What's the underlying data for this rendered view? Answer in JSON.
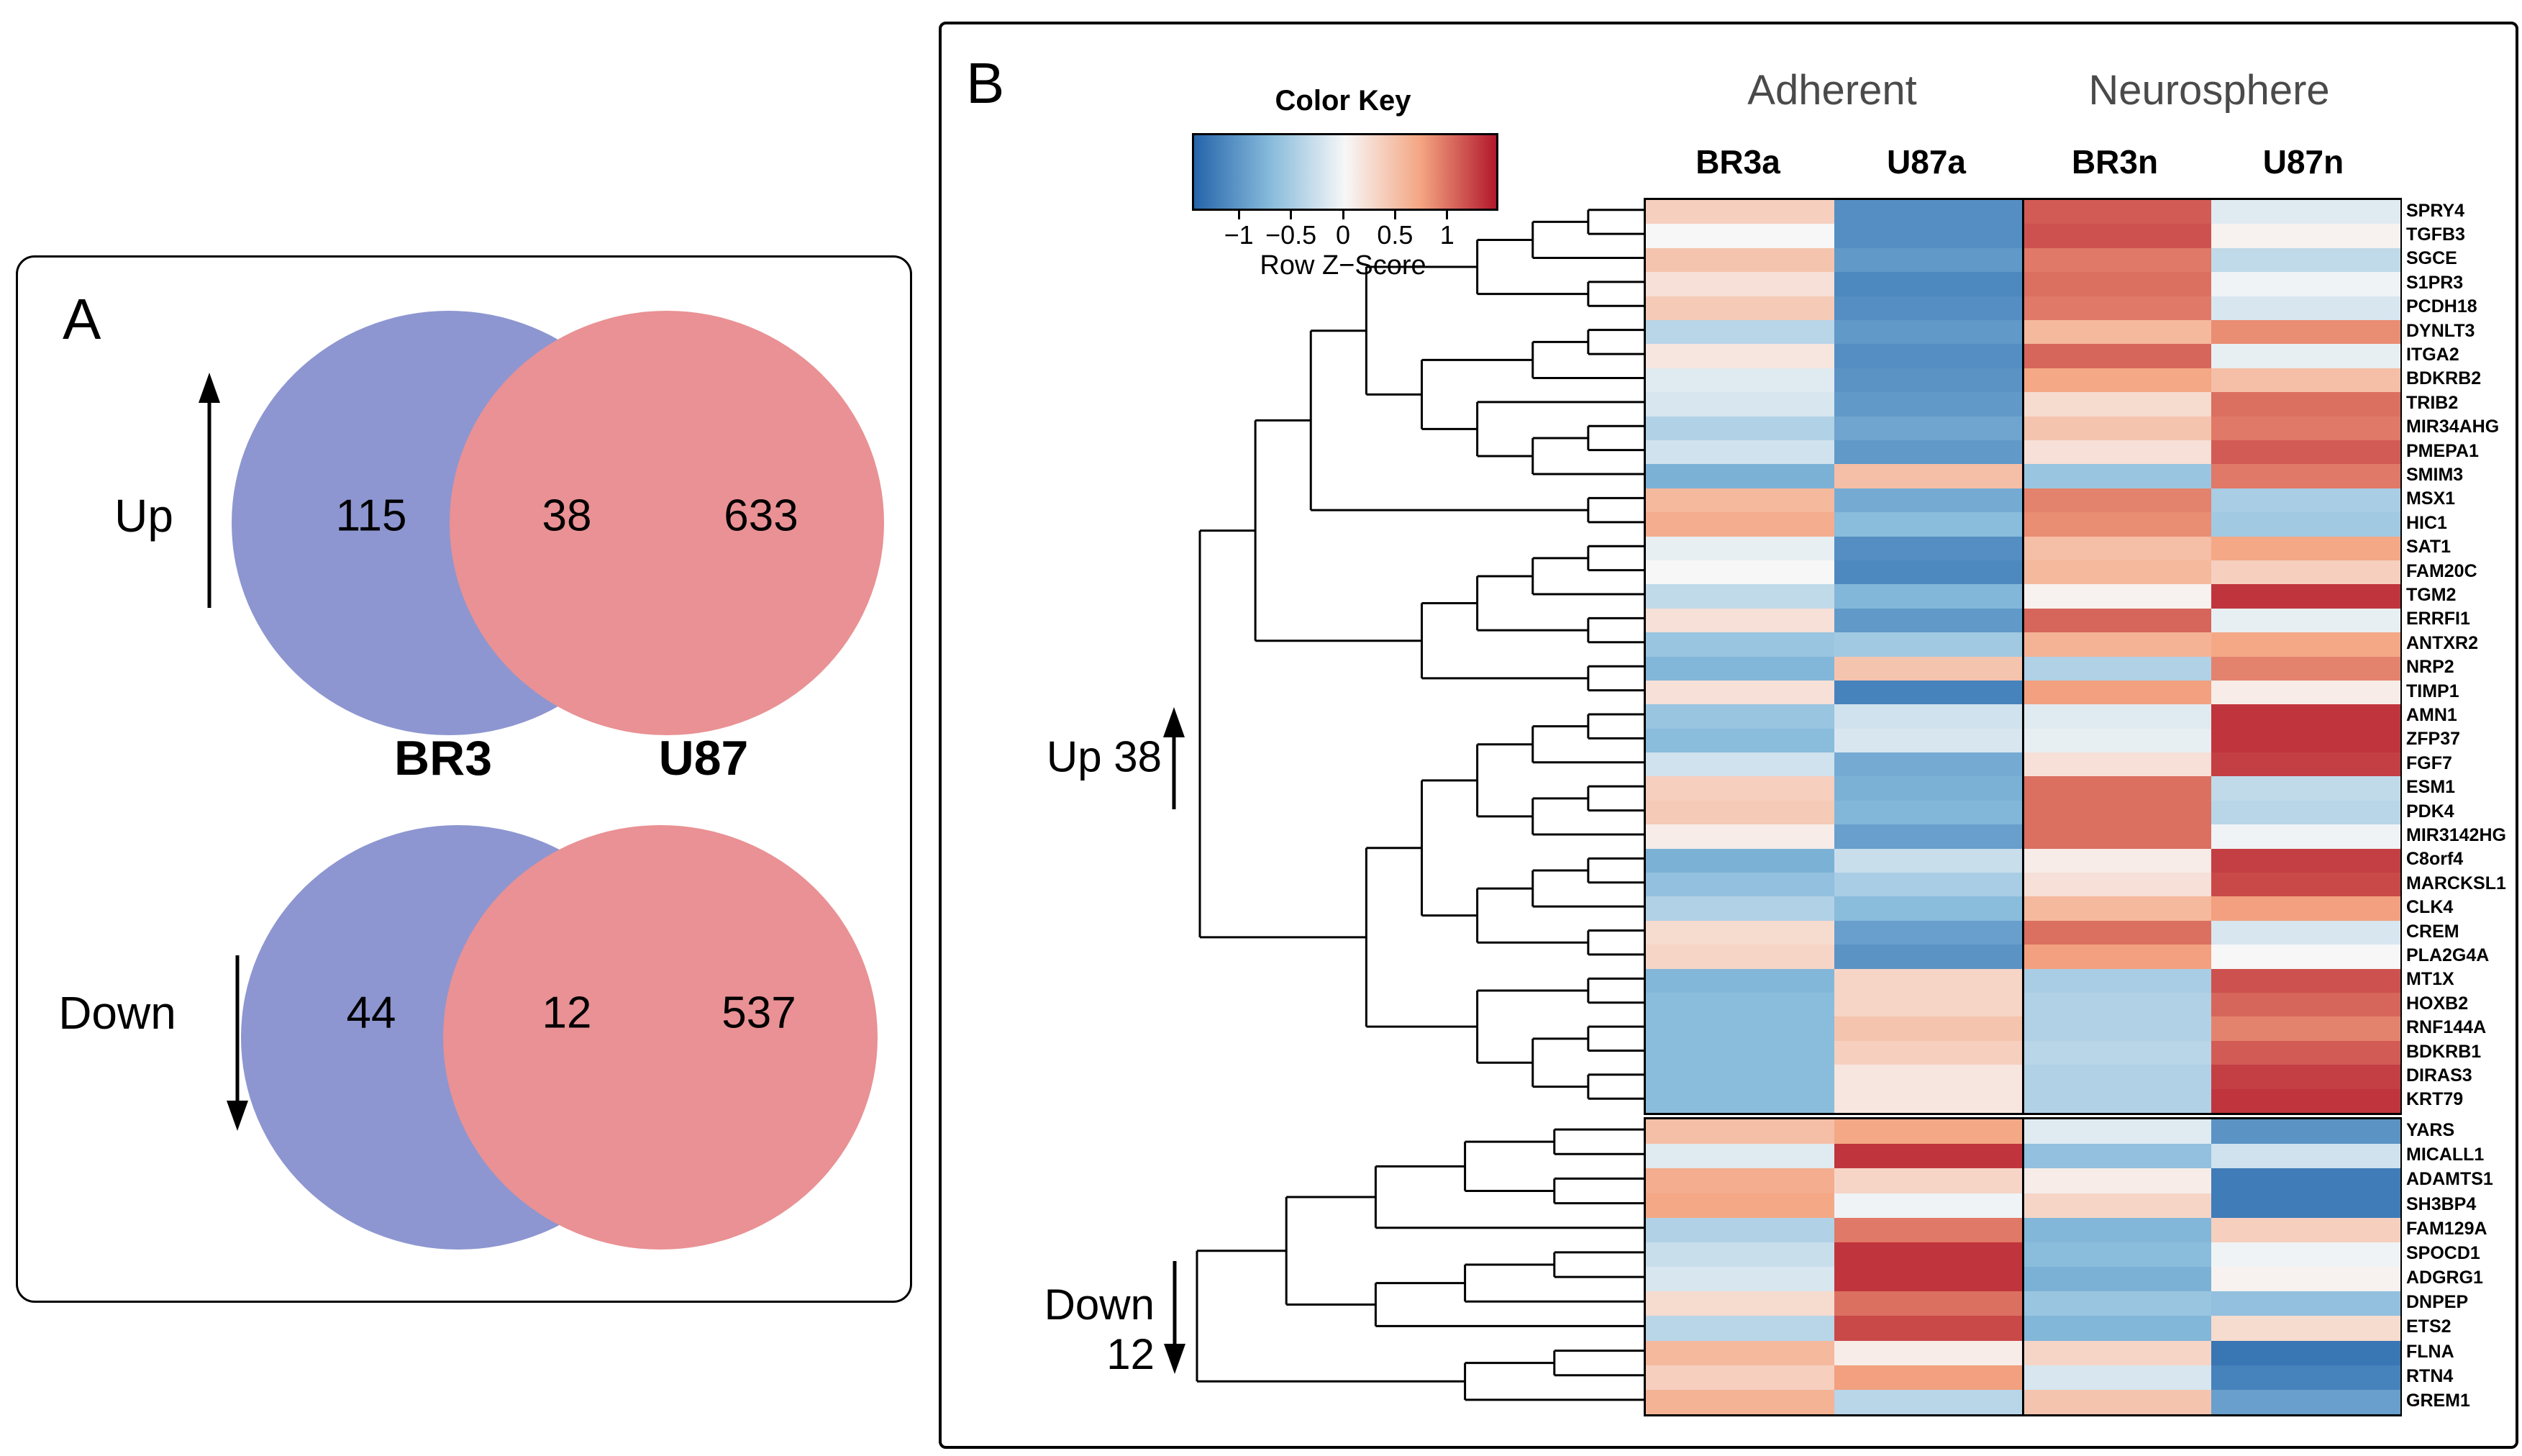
{
  "panel_a": {
    "letter": "A",
    "left_set": "BR3",
    "right_set": "U87",
    "colors": {
      "left_fill": "#8d96d0",
      "right_fill": "#e99194"
    },
    "up_venn": {
      "direction_label": "Up",
      "left_only": "115",
      "intersection": "38",
      "right_only": "633"
    },
    "down_venn": {
      "direction_label": "Down",
      "left_only": "44",
      "intersection": "12",
      "right_only": "537"
    }
  },
  "panel_b": {
    "letter": "B",
    "color_key": {
      "title": "Color Key",
      "axis_label": "Row Z−Score",
      "tick_labels": [
        "−1",
        "−0.5",
        "0",
        "0.5",
        "1"
      ],
      "tick_values": [
        -1,
        -0.5,
        0,
        0.5,
        1
      ],
      "value_range": [
        -1.45,
        1.45
      ]
    },
    "group_headers": [
      "Adherent",
      "Neurosphere"
    ],
    "columns": [
      "BR3a",
      "U87a",
      "BR3n",
      "U87n"
    ],
    "up_label": "Up 38",
    "down_label": "Down 12"
  },
  "chart_data": {
    "type": "heatmap",
    "columns": [
      "BR3a",
      "U87a",
      "BR3n",
      "U87n"
    ],
    "value_label": "Row Z-Score",
    "value_range": [
      -1.45,
      1.45
    ],
    "colormap_stops": [
      [
        -1.45,
        "#2564aa"
      ],
      [
        -0.725,
        "#86badb"
      ],
      [
        0,
        "#f7f7f7"
      ],
      [
        0.725,
        "#f4a582"
      ],
      [
        1.45,
        "#b2182b"
      ]
    ],
    "up_genes": [
      {
        "name": "SPRY4",
        "z": [
          0.35,
          -1.1,
          1.1,
          -0.15
        ]
      },
      {
        "name": "TGFB3",
        "z": [
          0.0,
          -1.1,
          1.15,
          0.05
        ]
      },
      {
        "name": "SGCE",
        "z": [
          0.45,
          -1.0,
          0.95,
          -0.35
        ]
      },
      {
        "name": "S1PR3",
        "z": [
          0.2,
          -1.15,
          1.0,
          -0.05
        ]
      },
      {
        "name": "PCDH18",
        "z": [
          0.4,
          -1.1,
          0.95,
          -0.2
        ]
      },
      {
        "name": "DYNLT3",
        "z": [
          -0.4,
          -1.0,
          0.55,
          0.85
        ]
      },
      {
        "name": "ITGA2",
        "z": [
          0.15,
          -1.1,
          1.05,
          -0.1
        ]
      },
      {
        "name": "BDKRB2",
        "z": [
          -0.15,
          -1.05,
          0.7,
          0.5
        ]
      },
      {
        "name": "TRIB2",
        "z": [
          -0.2,
          -1.0,
          0.25,
          1.0
        ]
      },
      {
        "name": "MIR34AHG",
        "z": [
          -0.45,
          -0.9,
          0.45,
          0.95
        ]
      },
      {
        "name": "PMEPA1",
        "z": [
          -0.25,
          -1.0,
          0.2,
          1.1
        ]
      },
      {
        "name": "SMIM3",
        "z": [
          -0.8,
          0.5,
          -0.6,
          0.95
        ]
      },
      {
        "name": "MSX1",
        "z": [
          0.55,
          -0.85,
          0.9,
          -0.5
        ]
      },
      {
        "name": "HIC1",
        "z": [
          0.65,
          -0.7,
          0.85,
          -0.55
        ]
      },
      {
        "name": "SAT1",
        "z": [
          -0.1,
          -1.1,
          0.5,
          0.7
        ]
      },
      {
        "name": "FAM20C",
        "z": [
          0.0,
          -1.15,
          0.55,
          0.35
        ]
      },
      {
        "name": "TGM2",
        "z": [
          -0.35,
          -0.75,
          0.05,
          1.3
        ]
      },
      {
        "name": "ERRFI1",
        "z": [
          0.2,
          -1.0,
          1.05,
          -0.1
        ]
      },
      {
        "name": "ANTXR2",
        "z": [
          -0.6,
          -0.55,
          0.6,
          0.7
        ]
      },
      {
        "name": "NRP2",
        "z": [
          -0.75,
          0.45,
          -0.45,
          0.9
        ]
      },
      {
        "name": "TIMP1",
        "z": [
          0.2,
          -1.2,
          0.75,
          0.1
        ]
      },
      {
        "name": "AMN1",
        "z": [
          -0.6,
          -0.25,
          -0.15,
          1.3
        ]
      },
      {
        "name": "ZFP37",
        "z": [
          -0.7,
          -0.2,
          -0.1,
          1.3
        ]
      },
      {
        "name": "FGF7",
        "z": [
          -0.25,
          -0.85,
          0.2,
          1.25
        ]
      },
      {
        "name": "ESM1",
        "z": [
          0.35,
          -0.8,
          1.0,
          -0.35
        ]
      },
      {
        "name": "PDK4",
        "z": [
          0.4,
          -0.75,
          1.0,
          -0.4
        ]
      },
      {
        "name": "MIR3142HG",
        "z": [
          0.1,
          -0.95,
          1.0,
          -0.05
        ]
      },
      {
        "name": "C8orf4",
        "z": [
          -0.8,
          -0.3,
          0.1,
          1.25
        ]
      },
      {
        "name": "MARCKSL1",
        "z": [
          -0.65,
          -0.5,
          0.2,
          1.2
        ]
      },
      {
        "name": "CLK4",
        "z": [
          -0.45,
          -0.7,
          0.55,
          0.75
        ]
      },
      {
        "name": "CREM",
        "z": [
          0.25,
          -0.95,
          1.0,
          -0.2
        ]
      },
      {
        "name": "PLA2G4A",
        "z": [
          0.3,
          -1.05,
          0.75,
          0.0
        ]
      },
      {
        "name": "MT1X",
        "z": [
          -0.75,
          0.3,
          -0.5,
          1.15
        ]
      },
      {
        "name": "HOXB2",
        "z": [
          -0.7,
          0.3,
          -0.45,
          1.05
        ]
      },
      {
        "name": "RNF144A",
        "z": [
          -0.7,
          0.45,
          -0.45,
          0.9
        ]
      },
      {
        "name": "BDKRB1",
        "z": [
          -0.7,
          0.35,
          -0.4,
          1.1
        ]
      },
      {
        "name": "DIRAS3",
        "z": [
          -0.7,
          0.15,
          -0.45,
          1.25
        ]
      },
      {
        "name": "KRT79",
        "z": [
          -0.7,
          0.15,
          -0.45,
          1.3
        ]
      }
    ],
    "down_genes": [
      {
        "name": "YARS",
        "z": [
          0.5,
          0.7,
          -0.15,
          -1.05
        ]
      },
      {
        "name": "MICALL1",
        "z": [
          -0.15,
          1.3,
          -0.65,
          -0.25
        ]
      },
      {
        "name": "ADAMTS1",
        "z": [
          0.65,
          0.3,
          0.1,
          -1.25
        ]
      },
      {
        "name": "SH3BP4",
        "z": [
          0.7,
          -0.05,
          0.3,
          -1.25
        ]
      },
      {
        "name": "FAM129A",
        "z": [
          -0.45,
          0.95,
          -0.75,
          0.35
        ]
      },
      {
        "name": "SPOCD1",
        "z": [
          -0.3,
          1.3,
          -0.7,
          -0.05
        ]
      },
      {
        "name": "ADGRG1",
        "z": [
          -0.2,
          1.3,
          -0.8,
          0.05
        ]
      },
      {
        "name": "DNPEP",
        "z": [
          0.25,
          1.0,
          -0.6,
          -0.65
        ]
      },
      {
        "name": "ETS2",
        "z": [
          -0.4,
          1.2,
          -0.75,
          0.25
        ]
      },
      {
        "name": "FLNA",
        "z": [
          0.55,
          0.1,
          0.3,
          -1.3
        ]
      },
      {
        "name": "RTN4",
        "z": [
          0.35,
          0.75,
          -0.2,
          -1.2
        ]
      },
      {
        "name": "GREM1",
        "z": [
          0.6,
          -0.4,
          0.45,
          -0.95
        ]
      }
    ],
    "up_dendrogram": [
      [
        [
          [
            [
              [
                [
                  0,
                  1
                ],
                2
              ],
              [
                3,
                4
              ]
            ],
            [
              [
                [
                  5,
                  6
                ],
                7
              ],
              [
                8,
                [
                  [
                    9,
                    10
                  ],
                  11
                ]
              ]
            ]
          ],
          [
            12,
            13
          ]
        ],
        [
          [
            [
              [
                14,
                15
              ],
              16
            ],
            [
              17,
              18
            ]
          ],
          [
            19,
            20
          ]
        ]
      ],
      [
        [
          [
            [
              [
                21,
                22
              ],
              23
            ],
            [
              [
                24,
                25
              ],
              26
            ]
          ],
          [
            [
              [
                27,
                28
              ],
              29
            ],
            [
              30,
              31
            ]
          ]
        ],
        [
          [
            32,
            33
          ],
          [
            [
              34,
              35
            ],
            [
              36,
              37
            ]
          ]
        ]
      ]
    ],
    "down_dendrogram": [
      [
        [
          [
            [
              0,
              1
            ],
            [
              2,
              3
            ]
          ],
          4
        ],
        [
          [
            [
              5,
              6
            ],
            7
          ],
          8
        ]
      ],
      [
        [
          9,
          10
        ],
        11
      ]
    ],
    "venn": {
      "up": {
        "BR3_only": 115,
        "shared": 38,
        "U87_only": 633
      },
      "down": {
        "BR3_only": 44,
        "shared": 12,
        "U87_only": 537
      }
    }
  }
}
